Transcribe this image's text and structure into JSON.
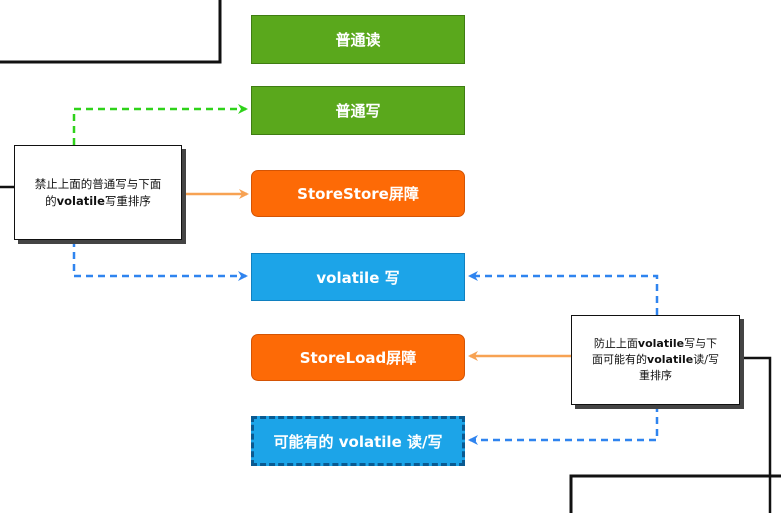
{
  "boxes": {
    "normal_read": "普通读",
    "normal_write": "普通写",
    "storestore": "StoreStore屏障",
    "volatile_write": "volatile 写",
    "storeload": "StoreLoad屏障",
    "maybe_volatile": "可能有的 volatile 读/写"
  },
  "notes": {
    "left": {
      "line1": "禁止上面的普通写与下面",
      "line2_bold": "volatile",
      "line2_prefix": "的",
      "line2_suffix": "写重排序"
    },
    "right": {
      "line1_prefix": "防止上面",
      "line1_bold": "volatile",
      "line1_suffix": "写与下",
      "line2_prefix": "面可能有的",
      "line2_bold": "volatile",
      "line2_suffix": "读/写",
      "line3": "重排序"
    }
  },
  "colors": {
    "green": "#5aa81c",
    "orange": "#fd6a06",
    "blue": "#1ca4e8",
    "green_arrow": "#2fd21a",
    "blue_arrow": "#2f84ef",
    "orange_arrow": "#f7a253"
  }
}
